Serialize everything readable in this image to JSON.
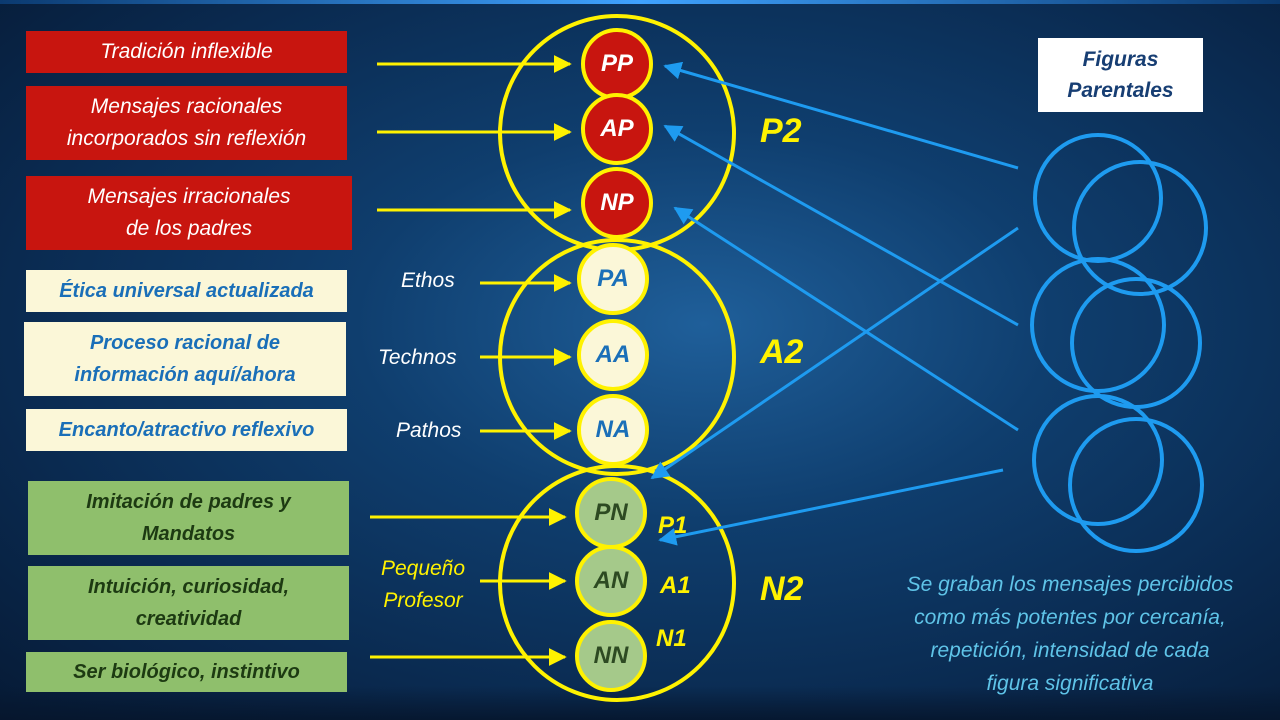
{
  "left_boxes": {
    "parent": [
      {
        "lines": [
          "Tradición inflexible"
        ]
      },
      {
        "lines": [
          "Mensajes racionales",
          "incorporados sin reflexión"
        ]
      },
      {
        "lines": [
          "Mensajes irracionales",
          "de los padres"
        ]
      }
    ],
    "adult": [
      {
        "lines": [
          "Ética universal actualizada"
        ]
      },
      {
        "lines": [
          "Proceso racional de",
          "información aquí/ahora"
        ]
      },
      {
        "lines": [
          "Encanto/atractivo reflexivo"
        ]
      }
    ],
    "child": [
      {
        "lines": [
          "Imitación de padres y",
          "Mandatos"
        ]
      },
      {
        "lines": [
          "Intuición, curiosidad,",
          "creatividad"
        ]
      },
      {
        "lines": [
          "Ser biológico, instintivo"
        ]
      }
    ]
  },
  "ego_states": {
    "pp": "PP",
    "ap": "AP",
    "np": "NP",
    "pa": "PA",
    "aa": "AA",
    "na": "NA",
    "pn": "PN",
    "an": "AN",
    "nn": "NN"
  },
  "big_labels": {
    "p2": "P2",
    "a2": "A2",
    "n2": "N2"
  },
  "small_labels": {
    "p1": "P1",
    "a1": "A1",
    "n1": "N1"
  },
  "adult_side_labels": {
    "ethos": "Ethos",
    "technos": "Technos",
    "pathos": "Pathos"
  },
  "child_side_label": [
    "Pequeño",
    "Profesor"
  ],
  "figuras": [
    "Figuras",
    "Parentales"
  ],
  "caption": [
    "Se graban los mensajes percibidos",
    "como más potentes por cercanía,",
    "repetición, intensidad de cada",
    "figura significativa"
  ],
  "colors": {
    "parent_red": "#c8150f",
    "adult_cream": "#fbf7d8",
    "child_green": "#8fbf6c",
    "yellow": "#fff200",
    "blue_arrows": "#1e9bf0"
  }
}
